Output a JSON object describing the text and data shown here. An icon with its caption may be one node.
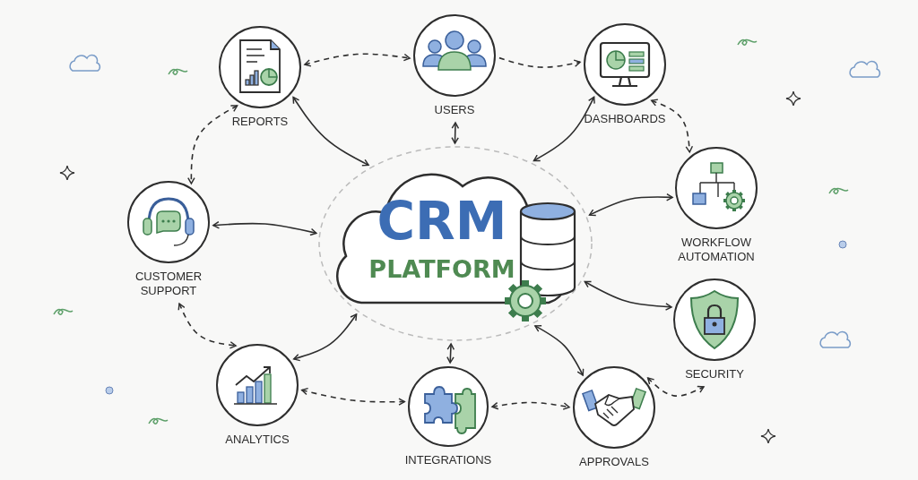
{
  "diagram": {
    "nodes": [
      {
        "text": [],
        "shape": "circle"
      },
      {
        "text": [
          "CRM",
          "PLATFORM"
        ],
        "in": 0
      },
      {
        "text": [
          "REPORTS"
        ]
      },
      {
        "text": [
          "USERS"
        ]
      },
      {
        "text": [
          "DASHBOARDS"
        ]
      },
      {
        "text": [
          "CUSTOMER SUPPORT"
        ]
      },
      {
        "text": [
          "WORKFLOW AUTOMATION"
        ]
      },
      {
        "text": [
          "SECURITY"
        ]
      },
      {
        "text": [
          "ANALYTICS"
        ]
      },
      {
        "text": [
          "INTEGRATIONS"
        ]
      },
      {
        "text": [
          "APPROVALS"
        ]
      }
    ],
    "edges": [
      {
        "from": 2,
        "to": 3,
        "arrow": "both",
        "style": "dashed"
      },
      {
        "from": 3,
        "to": 4,
        "arrow": "to",
        "style": "dashed"
      },
      {
        "from": 2,
        "to": 0,
        "arrow": "both"
      },
      {
        "from": 3,
        "to": 0,
        "arrow": "both"
      },
      {
        "from": 4,
        "to": 0,
        "arrow": "both"
      },
      {
        "from": 4,
        "to": 6,
        "arrow": "both",
        "style": "dashed"
      },
      {
        "from": 2,
        "to": 5,
        "arrow": "both",
        "style": "dashed"
      },
      {
        "from": 5,
        "to": 0,
        "arrow": "both"
      },
      {
        "from": 6,
        "to": 0,
        "arrow": "both"
      },
      {
        "from": 7,
        "to": 0,
        "arrow": "both"
      },
      {
        "from": 5,
        "to": 8,
        "arrow": "both",
        "style": "dashed"
      },
      {
        "from": 8,
        "to": 0,
        "arrow": "both"
      },
      {
        "from": 9,
        "to": 0,
        "arrow": "both"
      },
      {
        "from": 10,
        "to": 0,
        "arrow": "both"
      },
      {
        "from": 8,
        "to": 9,
        "arrow": "both",
        "style": "dashed"
      },
      {
        "from": 9,
        "to": 10,
        "arrow": "both",
        "style": "dashed"
      },
      {
        "from": 10,
        "to": 7,
        "arrow": "both",
        "style": "dashed"
      }
    ]
  }
}
